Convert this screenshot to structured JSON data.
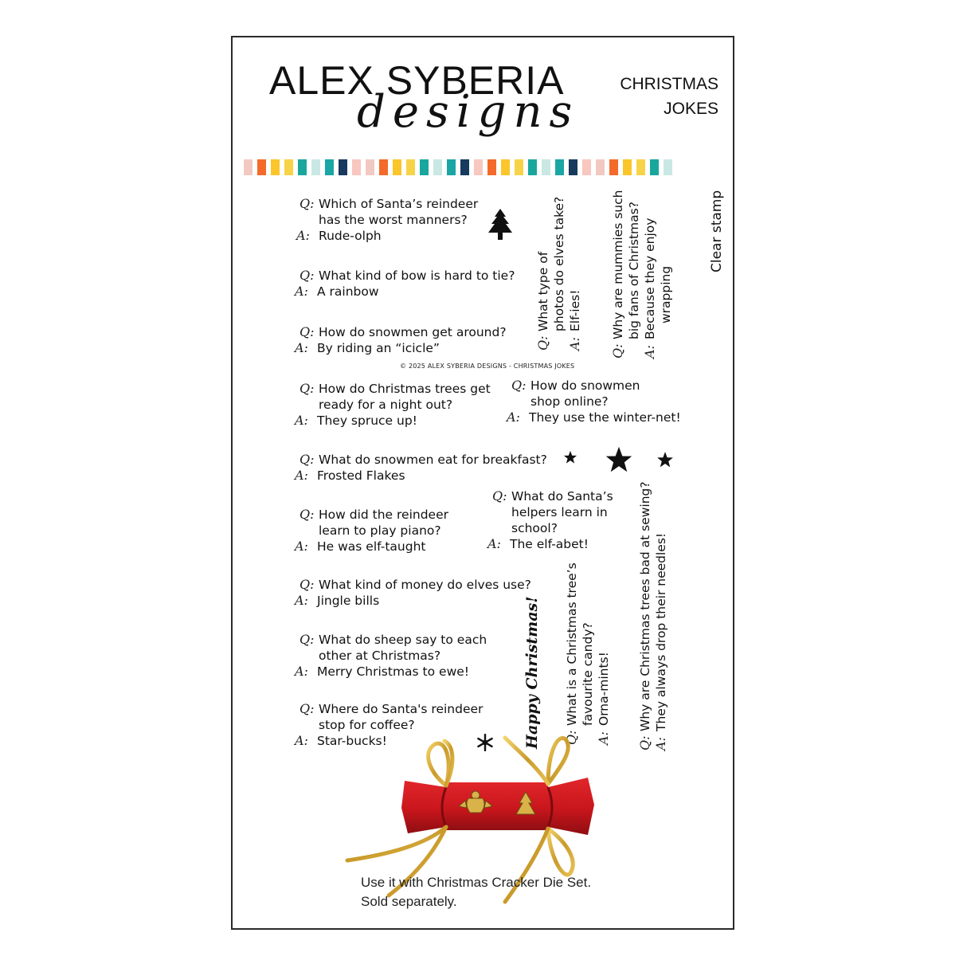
{
  "header": {
    "brand_line1": "ALEX SYBERIA",
    "brand_line2": "designs",
    "title_line1": "CHRISTMAS",
    "title_line2": "JOKES"
  },
  "q_marker": "Q:",
  "a_marker": "A:",
  "strip_colors": [
    "#f2c9c2",
    "#f36a2b",
    "#fbc62b",
    "#f7d348",
    "#19a79d",
    "#c9e8e3",
    "#1aa6a5",
    "#173a5e",
    "#f7c7c0",
    "#f2c9c2",
    "#f36a2b",
    "#fbc62b",
    "#f7d348",
    "#19a79d",
    "#c9e8e3",
    "#1aa6a5",
    "#173a5e",
    "#f7c7c0",
    "#f36a2b",
    "#fbc62b",
    "#f7d348",
    "#19a79d",
    "#c9e8e3",
    "#1aa6a5",
    "#173a5e",
    "#f7c7c0",
    "#f2c9c2",
    "#f36a2b",
    "#fbc62b",
    "#f7d348",
    "#19a79d",
    "#c9e8e3"
  ],
  "jokes": [
    {
      "q": [
        "Which of Santa’s reindeer",
        "has the worst manners?"
      ],
      "a": "Rude-olph"
    },
    {
      "q": [
        "What kind of bow is hard to tie?"
      ],
      "a": "A rainbow"
    },
    {
      "q": [
        "How do snowmen get around?"
      ],
      "a": "By riding an “icicle”"
    },
    {
      "q": [
        "How do Christmas trees get",
        "ready for a night out?"
      ],
      "a": "They spruce up!"
    },
    {
      "q": [
        "How do snowmen",
        "shop online?"
      ],
      "a": "They use the winter-net!"
    },
    {
      "q": [
        "What do snowmen eat for breakfast?"
      ],
      "a": "Frosted Flakes"
    },
    {
      "q": [
        "What do Santa’s",
        "helpers learn in",
        "school?"
      ],
      "a": "The elf-abet!"
    },
    {
      "q": [
        "How did the reindeer",
        "learn to play piano?"
      ],
      "a": "He was elf-taught"
    },
    {
      "q": [
        "What kind of money do elves use?"
      ],
      "a": "Jingle bills"
    },
    {
      "q": [
        "What do sheep say to each",
        "other at Christmas?"
      ],
      "a": "Merry Christmas to ewe!"
    },
    {
      "q": [
        "Where do Santa's reindeer",
        "stop for coffee?"
      ],
      "a": "Star-bucks!"
    }
  ],
  "vertical_jokes": [
    {
      "q": [
        "What type of",
        "photos do elves take?"
      ],
      "a": "Elf-ies!"
    },
    {
      "q": [
        "Why are mummies such",
        "big fans of Christmas?"
      ],
      "a": [
        "Because they enjoy",
        "wrapping"
      ]
    },
    {
      "q": [
        "What is a Christmas tree’s",
        "favourite candy?"
      ],
      "a": "Orna-mints!"
    },
    {
      "q": [
        "Why are Christmas trees bad at sewing?"
      ],
      "a": "They always drop their needles!"
    }
  ],
  "clear_stamp": "Clear stamp",
  "copyright": "© 2025 ALEX SYBERIA DESIGNS - CHRISTMAS JOKES",
  "happy": "Happy Christmas!",
  "note": {
    "line1": "Use it with Christmas Cracker Die Set.",
    "line2": "Sold separately."
  },
  "colors": {
    "cracker_red": "#c8161c",
    "ribbon_gold": "#d4a62a"
  }
}
